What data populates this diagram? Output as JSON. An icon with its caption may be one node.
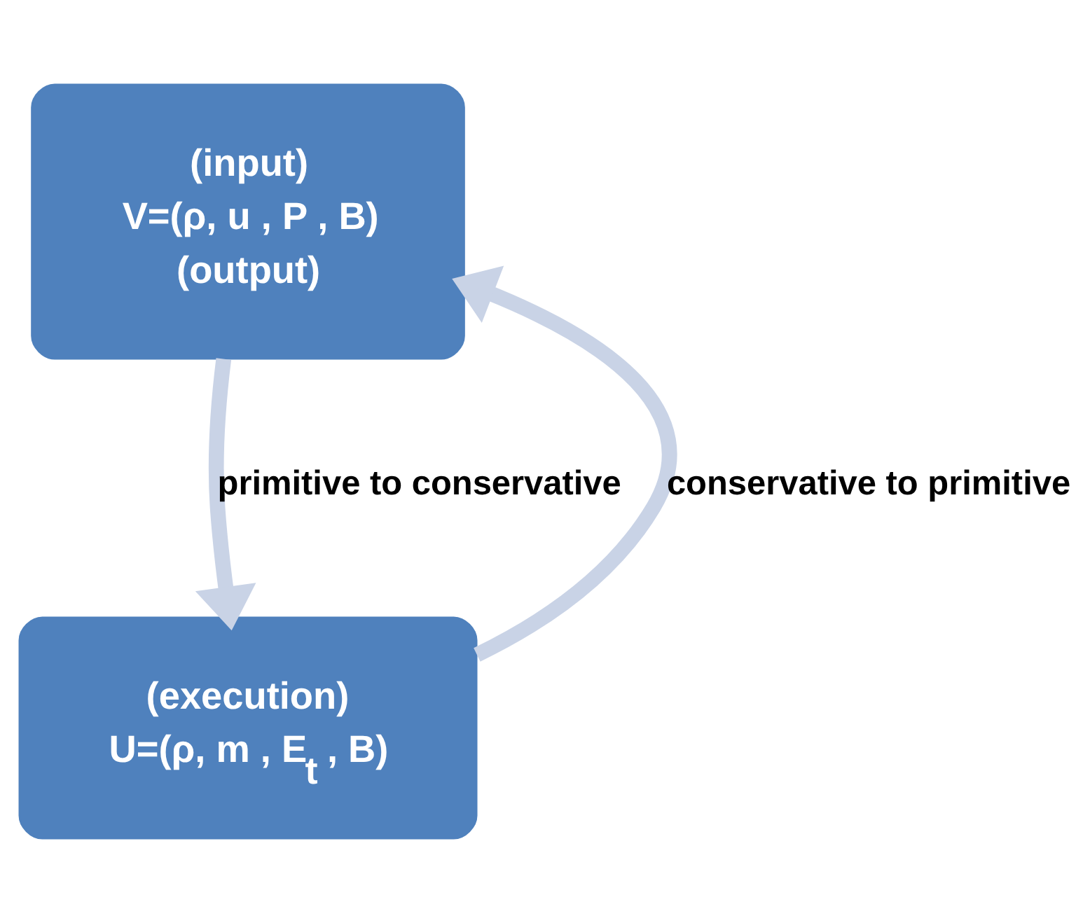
{
  "diagram": {
    "nodes": [
      {
        "text": [
          "(input)",
          "V=(ρ, u , P , B)",
          "(output)"
        ]
      },
      {
        "text": [
          "(execution)",
          "U=(ρ, m , E$_{t}$ , B)"
        ]
      }
    ],
    "edges": [
      {
        "from": 0,
        "to": 1,
        "arrow": "to",
        "label": "primitive to conservative"
      },
      {
        "from": 1,
        "to": 0,
        "arrow": "to",
        "label": "conservative to primitive"
      }
    ]
  }
}
